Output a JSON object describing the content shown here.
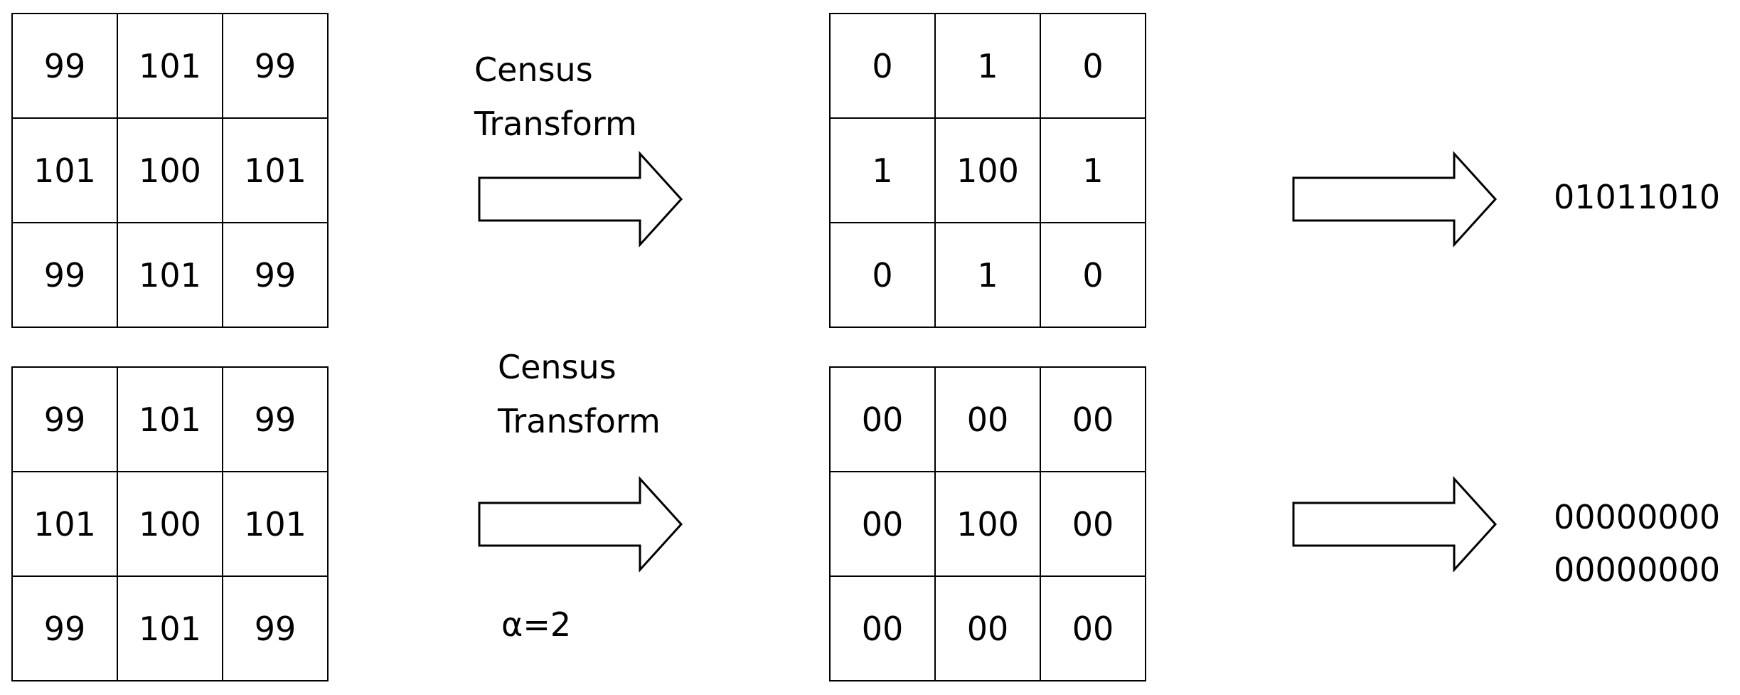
{
  "input_top": [
    [
      "99",
      "101",
      "99"
    ],
    [
      "101",
      "100",
      "101"
    ],
    [
      "99",
      "101",
      "99"
    ]
  ],
  "input_bottom": [
    [
      "99",
      "101",
      "99"
    ],
    [
      "101",
      "100",
      "101"
    ],
    [
      "99",
      "101",
      "99"
    ]
  ],
  "transform_top": {
    "line1": "Census",
    "line2": "Transform"
  },
  "transform_bottom": {
    "line1": "Census",
    "line2": "Transform",
    "param": "α=2"
  },
  "output_top": [
    [
      "0",
      "1",
      "0"
    ],
    [
      "1",
      "100",
      "1"
    ],
    [
      "0",
      "1",
      "0"
    ]
  ],
  "output_bottom": [
    [
      "00",
      "00",
      "00"
    ],
    [
      "00",
      "100",
      "00"
    ],
    [
      "00",
      "00",
      "00"
    ]
  ],
  "bitstring_top": "01011010",
  "bitstring_bottom": {
    "line1": "00000000",
    "line2": "00000000"
  }
}
